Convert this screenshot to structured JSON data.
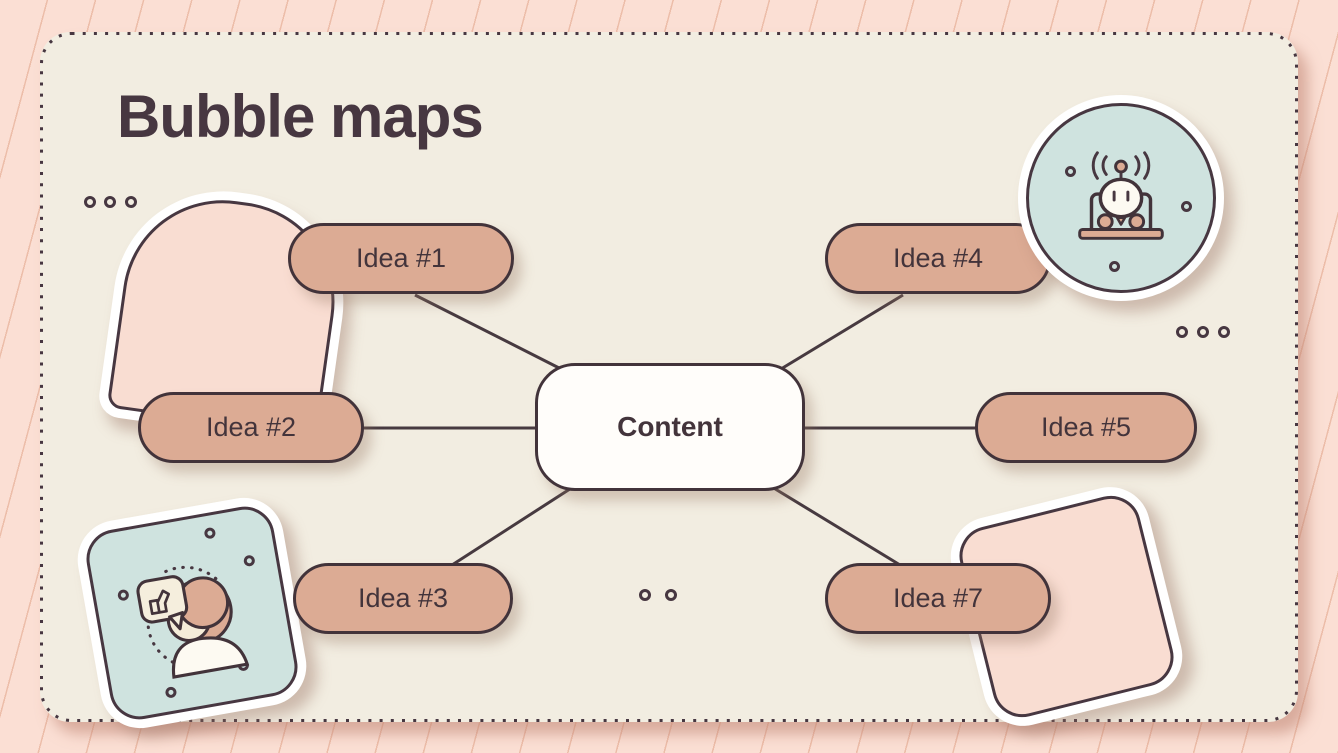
{
  "title": "Bubble maps",
  "center": {
    "label": "Content"
  },
  "bubbles": [
    {
      "id": "idea-1",
      "label": "Idea #1"
    },
    {
      "id": "idea-2",
      "label": "Idea #2"
    },
    {
      "id": "idea-3",
      "label": "Idea #3"
    },
    {
      "id": "idea-4",
      "label": "Idea #4"
    },
    {
      "id": "idea-5",
      "label": "Idea #5"
    },
    {
      "id": "idea-7",
      "label": "Idea #7"
    }
  ],
  "stickers": [
    {
      "name": "arch-sticker",
      "icon": "none"
    },
    {
      "name": "robot-laptop-sticker",
      "icon": "robot-laptop-icon"
    },
    {
      "name": "person-thumbs-up-sticker",
      "icon": "person-thumbs-up-icon"
    },
    {
      "name": "rounded-square-sticker",
      "icon": "none"
    }
  ],
  "colors": {
    "background": "#fbdfd4",
    "stripe": "#ecbda9",
    "panel": "#f2ede1",
    "ink": "#473741",
    "pill_fill": "#dcab94",
    "pill_border": "#42333a",
    "sticker_pink": "#f9ddd2",
    "sticker_teal": "#cfe3df",
    "node_fill": "#fffdfa"
  }
}
